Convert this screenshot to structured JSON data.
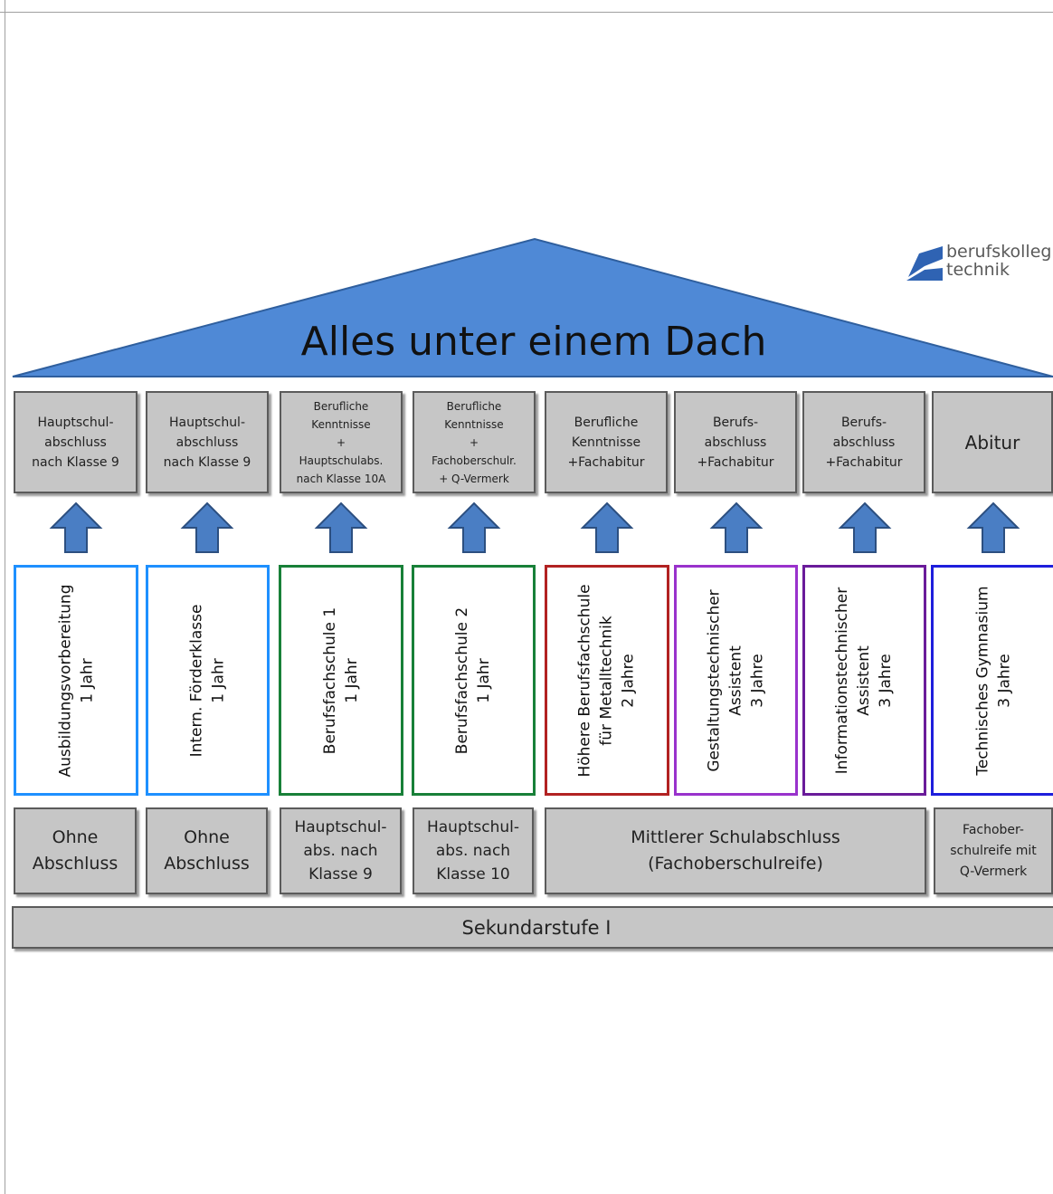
{
  "colors": {
    "roof": "#4f89d6",
    "arrow": "#4a7ec4",
    "box_fill": "#c6c6c6",
    "box_border": "#5b5b5b",
    "pillar_borders": [
      "#1e90ff",
      "#1e90ff",
      "#188038",
      "#188038",
      "#b22222",
      "#9932cc",
      "#6a1b9a",
      "#1e1edc"
    ]
  },
  "roof": {
    "title": "Alles unter einem Dach"
  },
  "logo": {
    "line1": "berufskolleg",
    "line2": "technik"
  },
  "top_boxes": [
    {
      "lines": [
        "Hauptschul-",
        "abschluss",
        "nach Klasse 9"
      ]
    },
    {
      "lines": [
        "Hauptschul-",
        "abschluss",
        "nach Klasse 9"
      ]
    },
    {
      "lines": [
        "Berufliche",
        "Kenntnisse",
        "+",
        "Hauptschulabs.",
        "nach Klasse 10A"
      ]
    },
    {
      "lines": [
        "Berufliche",
        "Kenntnisse",
        "+",
        "Fachoberschulr.",
        "+ Q-Vermerk"
      ]
    },
    {
      "lines": [
        "Berufliche",
        "Kenntnisse",
        "+Fachabitur"
      ]
    },
    {
      "lines": [
        "Berufs-",
        "abschluss",
        "+Fachabitur"
      ]
    },
    {
      "lines": [
        "Berufs-",
        "abschluss",
        "+Fachabitur"
      ]
    },
    {
      "lines": [
        "Abitur"
      ]
    }
  ],
  "pillars": [
    {
      "lines": [
        "Ausbildungsvorbereitung",
        "1 Jahr"
      ]
    },
    {
      "lines": [
        "Intern. Förderklasse",
        "1 Jahr"
      ]
    },
    {
      "lines": [
        "Berufsfachschule 1",
        "1 Jahr"
      ]
    },
    {
      "lines": [
        "Berufsfachschule 2",
        "1 Jahr"
      ]
    },
    {
      "lines": [
        "Höhere Berufsfachschule",
        "für Metalltechnik",
        "2 Jahre"
      ]
    },
    {
      "lines": [
        "Gestaltungstechnischer",
        "Assistent",
        "3 Jahre"
      ]
    },
    {
      "lines": [
        "Informationstechnischer",
        "Assistent",
        "3 Jahre"
      ]
    },
    {
      "lines": [
        "Technisches Gymnasium",
        "3 Jahre"
      ]
    }
  ],
  "base_boxes": [
    {
      "lines": [
        "Ohne",
        "Abschluss"
      ]
    },
    {
      "lines": [
        "Ohne",
        "Abschluss"
      ]
    },
    {
      "lines": [
        "Hauptschul-",
        "abs. nach",
        "Klasse 9"
      ]
    },
    {
      "lines": [
        "Hauptschul-",
        "abs. nach",
        "Klasse 10"
      ]
    },
    {
      "lines": [
        "Mittlerer Schulabschluss",
        "(Fachoberschulreife)"
      ]
    },
    {
      "lines": [
        "Fachober-",
        "schulreife mit",
        "Q-Vermerk"
      ]
    }
  ],
  "foundation": {
    "label": "Sekundarstufe I"
  }
}
